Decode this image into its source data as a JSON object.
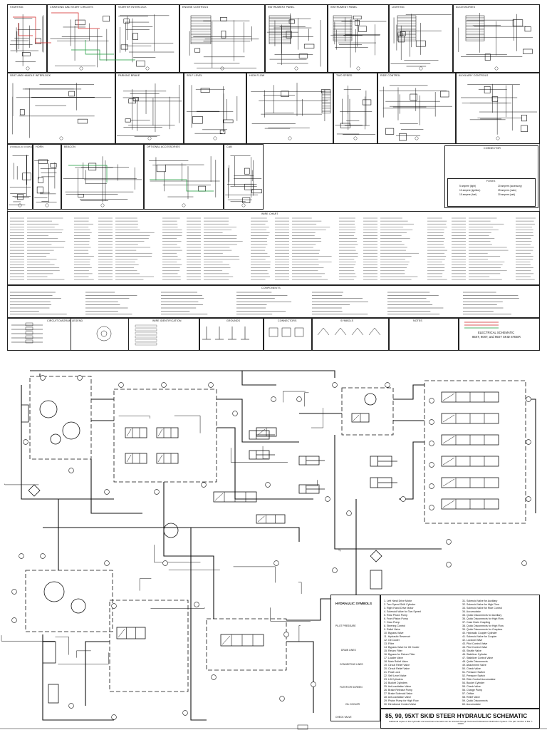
{
  "electrical": {
    "top_boxes": [
      {
        "title": "STARTING"
      },
      {
        "title": "CHARGING AND START CIRCUITS"
      },
      {
        "title": "STARTER INTERLOCK"
      },
      {
        "title": "ENGINE CONTROLS"
      },
      {
        "title": "INSTRUMENT PANEL"
      },
      {
        "title": "INSTRUMENT PANEL"
      },
      {
        "title": "LIGHTING"
      },
      {
        "title": "ACCESSORIES"
      }
    ],
    "middle_boxes": [
      {
        "title": "SEAT AND HANDLE INTERLOCK"
      },
      {
        "title": "PARKING BRAKE"
      },
      {
        "title": "SELF LEVEL"
      },
      {
        "title": "HIGH FLOW"
      },
      {
        "title": "TWO SPEED"
      },
      {
        "title": "RIDE CONTROL"
      },
      {
        "title": "AUXILIARY CONTROLS"
      }
    ],
    "bottom_boxes": [
      {
        "title": "HYDRAULIC COUPLER"
      },
      {
        "title": "HORN"
      },
      {
        "title": "BEACON"
      },
      {
        "title": "OPTIONAL ACCESSORIES"
      },
      {
        "title": "CAB"
      }
    ],
    "connector_panel_title": "CONNECTOR",
    "fuses_title": "FUSES",
    "fuse_lines": [
      "5 ampere (light)",
      "10 ampere (ignition)",
      "15 ampere (fuel)",
      "20 ampere (accessory)",
      "25 ampere (main)",
      "30 ampere (cab)"
    ],
    "wire_chart_title": "WIRE CHART",
    "components_title": "COMPONENTS",
    "legend_titles": [
      "CIRCUIT DIAGRAM LEGEND",
      "WIRE IDENTIFICATION",
      "GROUNDS",
      "CONNECTORS",
      "SYMBOLS",
      "NOTES"
    ],
    "title_block_lines": [
      "ELECTRICAL SCHEMATIC",
      "85XT, 90XT, and 95XT SKID STEER"
    ]
  },
  "hydraulic": {
    "main_title": "85, 90, 95XT SKID STEER HYDRAULIC SCHEMATIC",
    "symbols_title": "HYDRAULIC SYMBOLS",
    "symbol_labels": [
      "PILOT PRESSURE",
      "DRAIN LINES",
      "CONNECTING LINES",
      "FILTER OR SCREEN",
      "OIL COOLER",
      "CHECK VALVE"
    ],
    "legend_first_items": [
      "1. Left Hand Drive Motor",
      "2. Two Speed Shift Cylinder",
      "3. Right Hand Drive Motor",
      "4. Solenoid Valve for Two Speed",
      "5. Rear Piston Pump",
      "6. Front Piston Pump",
      "7. Gear Pump",
      "8. Steering Control",
      "9. Relief Valve",
      "10. Bypass Valve",
      "11. Hydraulic Reservoir",
      "12. Oil Cooler",
      "13. Filter",
      "14. Bypass Valve for Oil Cooler",
      "15. Return Filter",
      "16. Bypass for Return Filter",
      "17. Loader Valve",
      "18. Main Relief Valve",
      "19. Circuit Relief Valve",
      "20. Circuit Relief Valve",
      "21. Float Lock",
      "22. Self Level Valve",
      "23. Lift Cylinders",
      "24. Bucket Cylinders",
      "25. Anti-cavitation Valve",
      "26. Brake Release Pump",
      "27. Brake Solenoid Valve",
      "28. Anti-cavitation Valve",
      "29. Piston Pump for High Flow",
      "30. Directional Control Valve"
    ],
    "legend_second_items": [
      "31. Solenoid Valve for Auxiliary",
      "32. Solenoid Valve for High Flow",
      "33. Solenoid Valve for Ride Control",
      "34. Accumulator",
      "35. Quick Disconnects for Auxiliary",
      "36. Quick Disconnects for High Flow",
      "37. Case Drain Coupling",
      "38. Quick Disconnects for High Flow",
      "39. Quick Disconnects for Couplers",
      "40. Hydraulic Coupler Cylinder",
      "41. Solenoid Valve for Coupler",
      "42. Lockout Valve",
      "43. Pilot Control Valve",
      "44. Pilot Control Valve",
      "45. Shuttle Valve",
      "46. Stabilizer Cylinder",
      "47. Stabilizer Control Valve",
      "48. Quick Disconnects",
      "49. Attachment Valve",
      "50. Check Valve",
      "51. Pressure Switch",
      "52. Pressure Switch",
      "53. Ride Control Accumulator",
      "54. Bucket Cylinder",
      "55. Check Valve",
      "56. Charge Pump",
      "57. Orifice",
      "58. Relief Valve",
      "59. Quick Disconnects",
      "60. Accumulator"
    ],
    "footnote": "Additional copies of this hydraulic and electrical schematic can be ordered through Technical Publications Distribution System. The part number is Bur 7-13020."
  },
  "colors": {
    "line": "#111111",
    "accent_red": "#d22020",
    "accent_green": "#1a9a3a"
  }
}
